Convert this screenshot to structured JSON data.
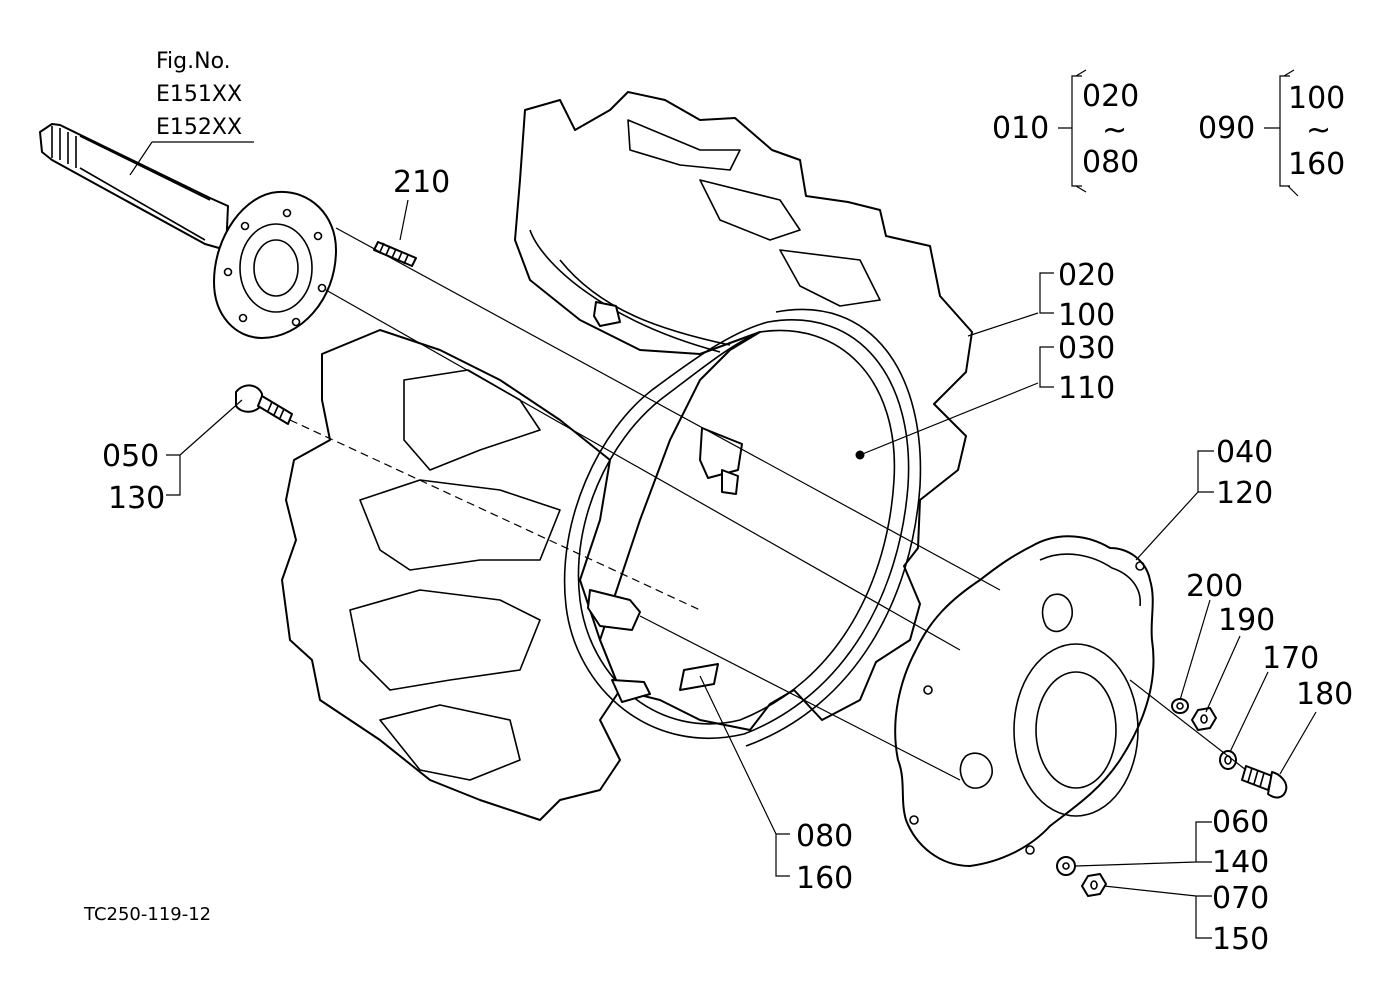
{
  "figure": {
    "fig_no_label": "Fig.No.",
    "fig_codes": [
      "E151XX",
      "E152XX"
    ],
    "drawing_code": "TC250-119-12"
  },
  "assemblies": [
    {
      "key": "010",
      "range_start": "020",
      "range_sep": "~",
      "range_end": "080"
    },
    {
      "key": "090",
      "range_start": "100",
      "range_sep": "~",
      "range_end": "160"
    }
  ],
  "callouts": {
    "c210": "210",
    "c020_100": [
      "020",
      "100"
    ],
    "c030_110": [
      "030",
      "110"
    ],
    "c050_130": [
      "050",
      "130"
    ],
    "c040_120": [
      "040",
      "120"
    ],
    "c200": "200",
    "c190": "190",
    "c170": "170",
    "c180": "180",
    "c060_140": [
      "060",
      "140"
    ],
    "c070_150": [
      "070",
      "150"
    ],
    "c080_160": [
      "080",
      "160"
    ]
  }
}
